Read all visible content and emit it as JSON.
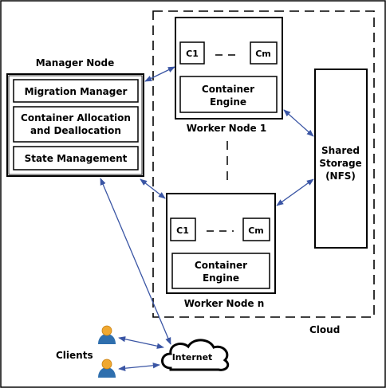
{
  "colors": {
    "arrow": "#3a55a4",
    "person_body": "#2f6fae",
    "person_head": "#f0a830",
    "line": "#000000",
    "background": "#ffffff"
  },
  "manager": {
    "title": "Manager Node",
    "modules": [
      {
        "lines": [
          "Migration Manager"
        ]
      },
      {
        "lines": [
          "Container Allocation",
          "and Deallocation"
        ]
      },
      {
        "lines": [
          "State Management"
        ]
      }
    ]
  },
  "workers": [
    {
      "container_first": "C1",
      "container_last": "Cm",
      "engine_lines": [
        "Container",
        "Engine"
      ],
      "title": "Worker Node 1"
    },
    {
      "container_first": "C1",
      "container_last": "Cm",
      "engine_lines": [
        "Container",
        "Engine"
      ],
      "title": "Worker Node n"
    }
  ],
  "storage": {
    "lines": [
      "Shared",
      "Storage",
      "(NFS)"
    ]
  },
  "cloud": {
    "label": "Cloud"
  },
  "internet": {
    "label": "Internet"
  },
  "clients": {
    "label": "Clients",
    "icons": [
      "person-icon",
      "person-icon"
    ]
  }
}
